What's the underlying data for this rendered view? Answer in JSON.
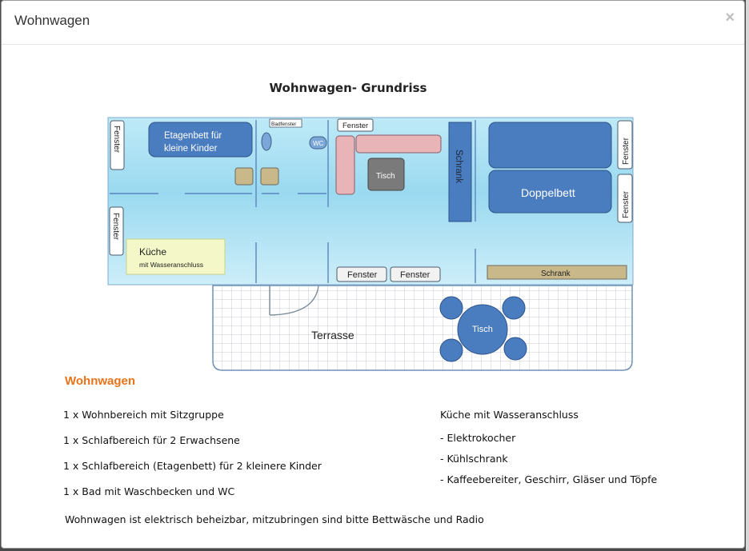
{
  "modal": {
    "title": "Wohnwagen",
    "close_label": "×"
  },
  "floorplan": {
    "title": "Wohnwagen- Grundriss",
    "labels": {
      "fenster_left_top": "Fenster",
      "fenster_left_bottom": "Fenster",
      "etagenbett_line1": "Etagenbett für",
      "etagenbett_line2": "kleine Kinder",
      "badfenster": "Badfenster",
      "wc": "WC",
      "fenster_top_mid": "Fenster",
      "tisch_inner": "Tisch",
      "schrank_vertical": "Schrank",
      "doppelbett": "Doppelbett",
      "fenster_right_top": "Fenster",
      "fenster_right_bottom": "Fenster",
      "kueche": "Küche",
      "kueche_sub": "mit Wasseranschluss",
      "fenster_bottom_1": "Fenster",
      "fenster_bottom_2": "Fenster",
      "schrank_bottom": "Schrank",
      "terrasse": "Terrasse",
      "tisch_terrace": "Tisch"
    }
  },
  "info": {
    "heading": "Wohnwagen",
    "left": [
      "1 x Wohnbereich mit Sitzgruppe",
      "1 x Schlafbereich für 2 Erwachsene",
      "1 x Schlafbereich (Etagenbett) für 2 kleinere Kinder",
      "1 x Bad mit Waschbecken und WC"
    ],
    "right_heading": "Küche mit Wasseranschluss",
    "right": [
      "- Elektrokocher",
      "- Kühlschrank",
      "- Kaffeebereiter, Geschirr, Gläser und Töpfe"
    ],
    "footer": "Wohnwagen ist elektrisch beheizbar, mitzubringen sind bitte Bettwäsche und Radio"
  },
  "colors": {
    "accent_heading": "#e8731a",
    "bed_blue": "#4a7cc0",
    "bench_pink": "#e8b4b8",
    "table_gray": "#7a7a7a",
    "kitchen_yellow": "#f4f8c8"
  }
}
